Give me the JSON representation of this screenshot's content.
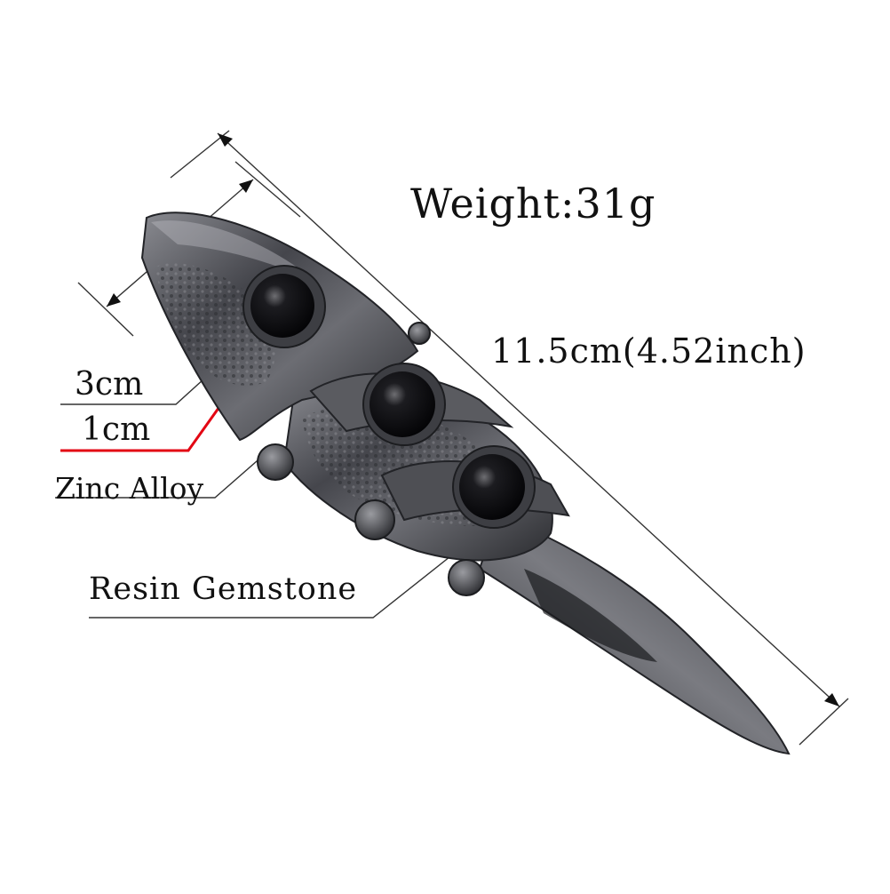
{
  "labels": {
    "weight": "Weight:31g",
    "length": "11.5cm(4.52inch)",
    "width_outer": "3cm",
    "width_inner": "1cm",
    "material": "Zinc Alloy",
    "stone": "Resin Gemstone"
  },
  "colors": {
    "background": "#ffffff",
    "text": "#111111",
    "dimension_line": "#333333",
    "highlight_line": "#e30613",
    "metal": "#4a4b50",
    "gem": "#0a0a0c"
  },
  "product": {
    "subject": "armor-ring",
    "gem_count": 3
  }
}
